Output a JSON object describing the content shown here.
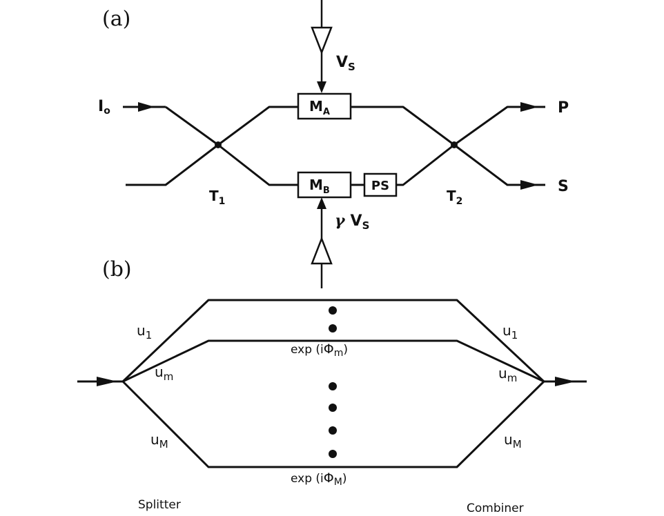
{
  "panel_a": {
    "label": "(a)",
    "input_label": "I",
    "input_sub": "o",
    "voltage_top": "V",
    "voltage_top_sub": "S",
    "voltage_bottom_prefix": "γ",
    "voltage_bottom": "V",
    "voltage_bottom_sub": "S",
    "modulator_a": "M",
    "modulator_a_sub": "A",
    "modulator_b": "M",
    "modulator_b_sub": "B",
    "phase_shifter": "PS",
    "coupler_1": "T",
    "coupler_1_sub": "1",
    "coupler_2": "T",
    "coupler_2_sub": "2",
    "output_p": "P",
    "output_s": "S"
  },
  "panel_b": {
    "label": "(b)",
    "u1_left": "u",
    "u1_left_sub": "1",
    "um_left": "u",
    "um_left_sub": "m",
    "uM_left": "u",
    "uM_left_sub": "M",
    "u1_right": "u",
    "u1_right_sub": "1",
    "um_right": "u",
    "um_right_sub": "m",
    "uM_right": "u",
    "uM_right_sub": "M",
    "phase_m_prefix": "exp (i",
    "phase_m_symbol": "Φ",
    "phase_m_sub": "m",
    "phase_m_suffix": ")",
    "phase_M_prefix": "exp (i",
    "phase_M_symbol": "Φ",
    "phase_M_sub": "M",
    "phase_M_suffix": ")",
    "splitter": "Splitter",
    "combiner": "Combiner"
  }
}
